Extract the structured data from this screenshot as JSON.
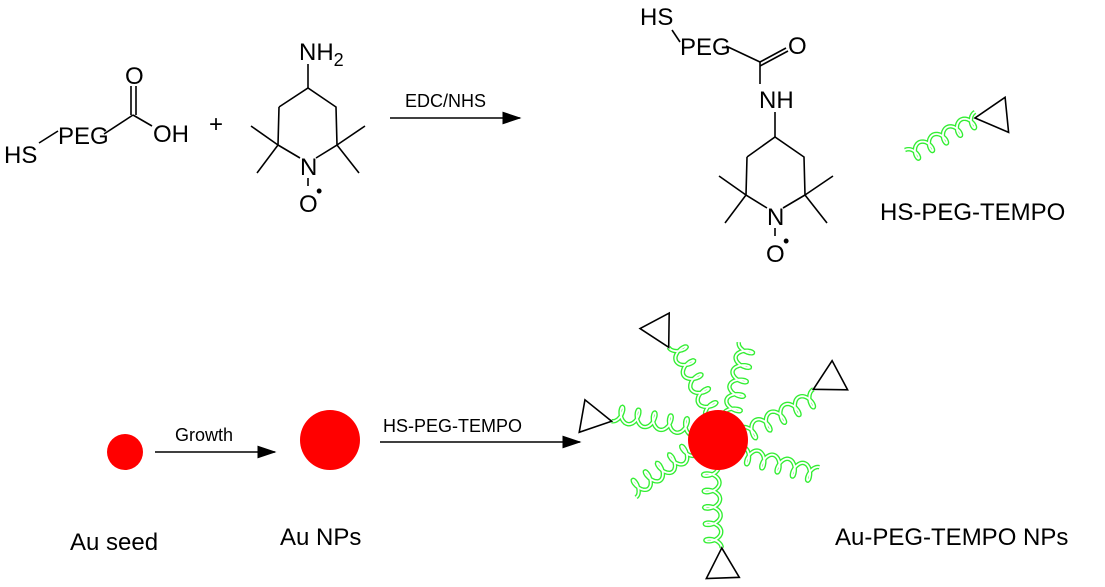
{
  "reaction1": {
    "reactant1": {
      "hs": "HS",
      "peg": "PEG",
      "carbonyl_o": "O",
      "oh": "OH"
    },
    "plus": "+",
    "reactant2": {
      "nh": "NH",
      "nh_sub": "2",
      "n": "N",
      "o": "O",
      "radical": "•"
    },
    "reagent": "EDC/NHS",
    "product": {
      "hs": "HS",
      "peg": "PEG",
      "carbonyl_o": "O",
      "nh": "NH",
      "n": "N",
      "o": "O",
      "radical": "•"
    },
    "icon_label": "HS-PEG-TEMPO"
  },
  "reaction2": {
    "step1_label": "Growth",
    "step2_label": "HS-PEG-TEMPO",
    "seed_label": "Au seed",
    "np_label": "Au NPs",
    "final_label": "Au-PEG-TEMPO NPs"
  },
  "colors": {
    "gold_np": "#ff0000",
    "peg_coil": "#33ee33",
    "line": "#000000"
  }
}
